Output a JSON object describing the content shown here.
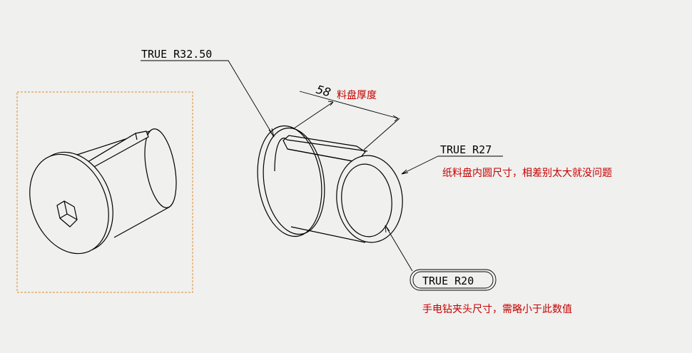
{
  "annotations": {
    "outer_radius": "TRUE R32.50",
    "thickness_value": "58",
    "thickness_note": "料盘厚度",
    "inner_radius": "TRUE R27",
    "inner_radius_note": "纸料盘内圆尺寸，相差别太大就没问题",
    "drill_radius": "TRUE R20",
    "drill_radius_note": "手电钻夹头尺寸，需略小于此数值"
  },
  "colors": {
    "background": "#f0f0ee",
    "note_text": "#c40000",
    "preview_border": "#e08a2c",
    "line": "#000000"
  }
}
